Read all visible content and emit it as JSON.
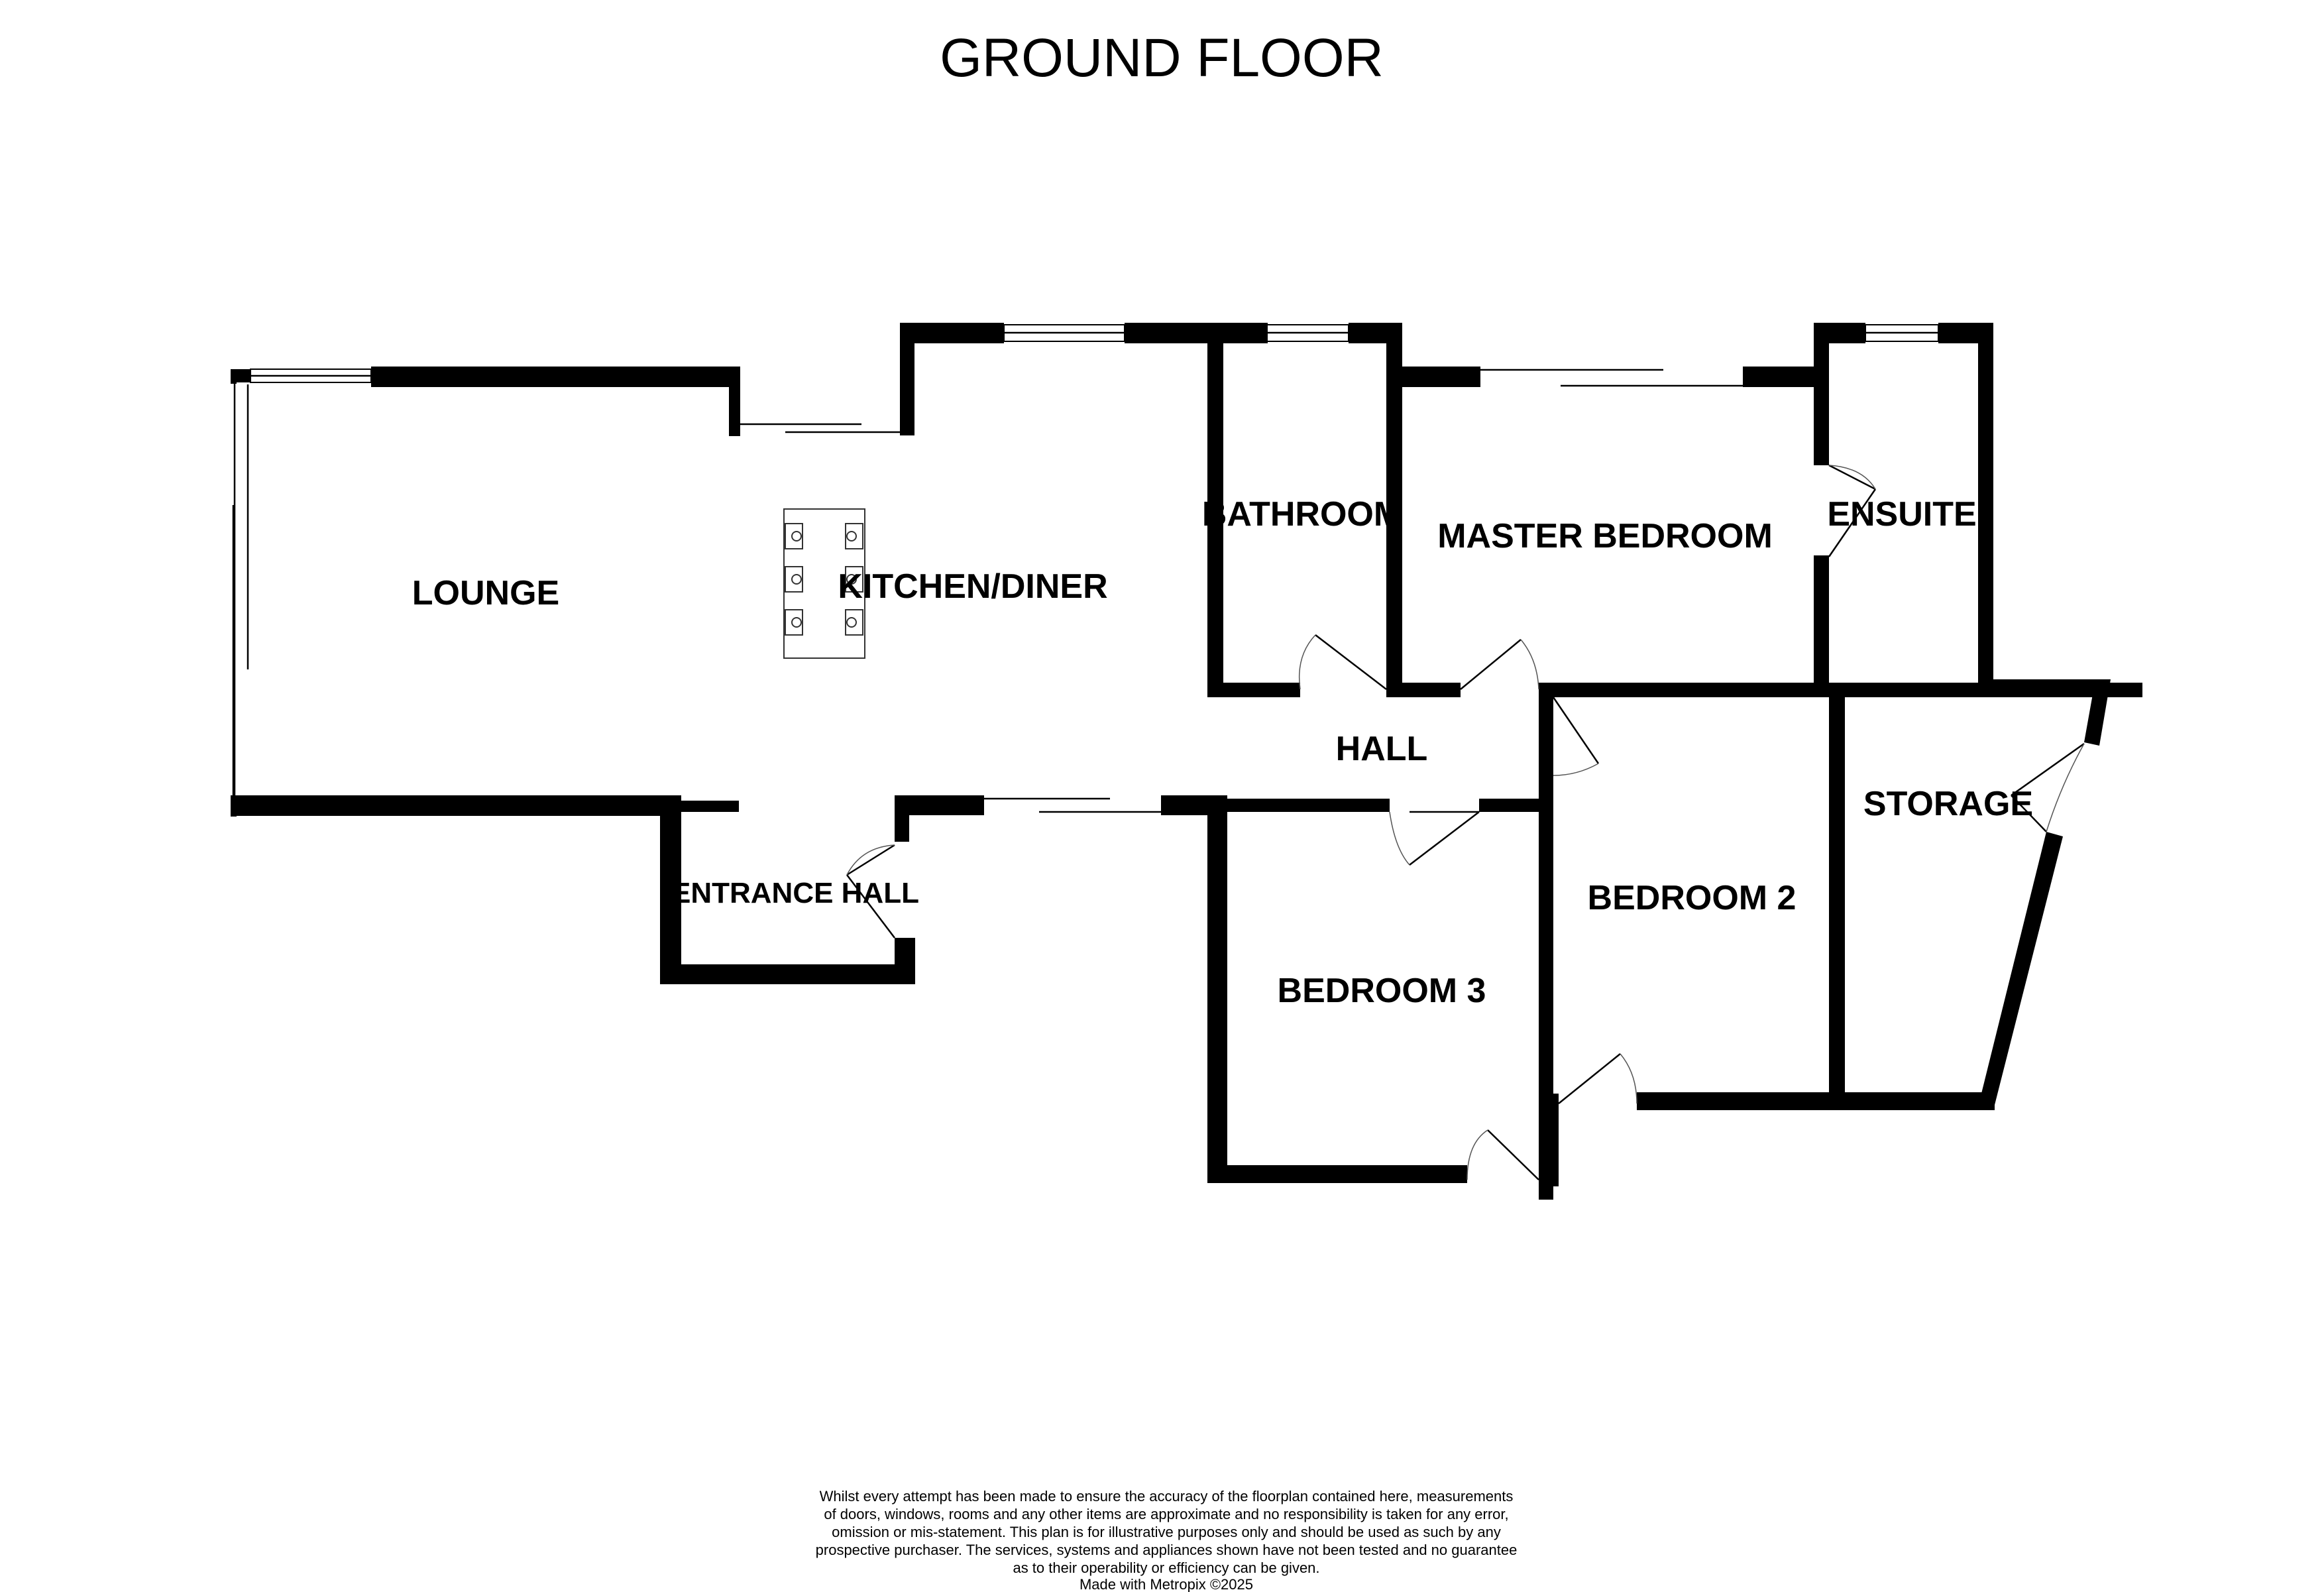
{
  "title": "GROUND FLOOR",
  "rooms": {
    "lounge": "LOUNGE",
    "kitchen_diner": "KITCHEN/DINER",
    "bathroom": "BATHROOM",
    "master_bedroom": "MASTER BEDROOM",
    "ensuite": "ENSUITE",
    "hall": "HALL",
    "storage": "STORAGE",
    "entrance_hall": "ENTRANCE HALL",
    "bedroom_2": "BEDROOM 2",
    "bedroom_3": "BEDROOM 3"
  },
  "disclaimer": [
    "Whilst every attempt has been made to ensure the accuracy of the floorplan contained here, measurements",
    "of doors, windows, rooms and any other items are approximate and no responsibility is taken for any error,",
    "omission or mis-statement. This plan is for illustrative purposes only and should be used as such by any",
    "prospective purchaser. The services, systems and appliances shown have not been tested and no guarantee",
    "as to their operability or efficiency can be given.",
    "Made with Metropix ©2025"
  ],
  "colors": {
    "wall": "#000000",
    "background": "#ffffff"
  }
}
